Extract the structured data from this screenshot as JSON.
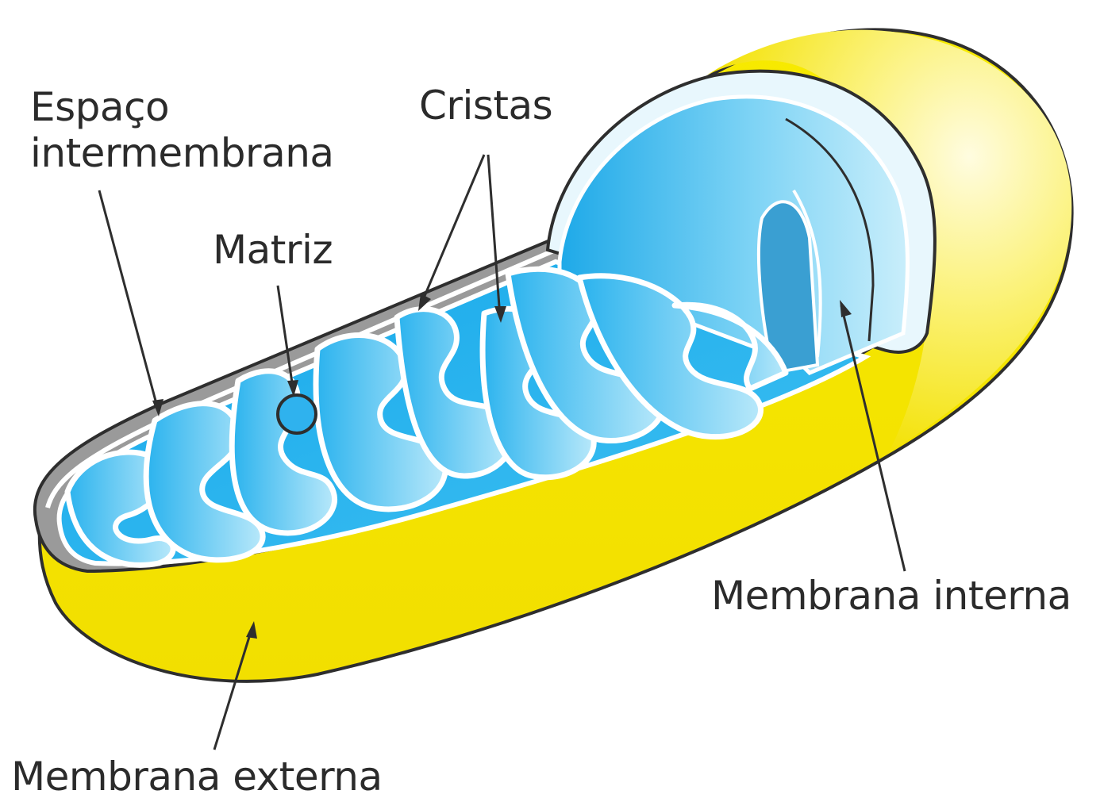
{
  "diagram": {
    "labels": {
      "intermembrane_space_line1": "Espaço",
      "intermembrane_space_line2": "intermembrana",
      "cristae": "Cristas",
      "matrix": "Matriz",
      "inner_membrane": "Membrana interna",
      "outer_membrane": "Membrana externa"
    },
    "colors": {
      "outer_membrane": "#f7e800",
      "outer_membrane_highlight": "#fdf9a8",
      "inner_membrane": "#2eb6ef",
      "inner_membrane_light": "#a9e4f8",
      "intermembrane_space": "#9a9a9a",
      "outline": "#333333",
      "label_text": "#2b2b2b"
    }
  }
}
